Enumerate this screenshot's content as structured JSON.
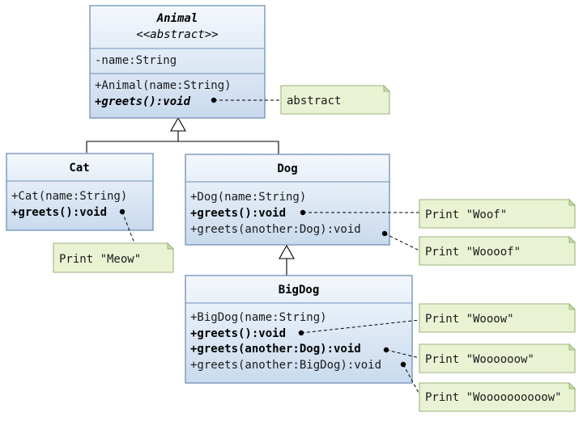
{
  "classes": {
    "animal": {
      "name": "Animal",
      "stereotype": "<<abstract>>",
      "attributes": [
        "-name:String"
      ],
      "operations": [
        {
          "text": "+Animal(name:String)",
          "style": "normal"
        },
        {
          "text": "+greets():void",
          "style": "bold-italic"
        }
      ]
    },
    "cat": {
      "name": "Cat",
      "operations": [
        {
          "text": "+Cat(name:String)",
          "style": "normal"
        },
        {
          "text": "+greets():void",
          "style": "bold"
        }
      ]
    },
    "dog": {
      "name": "Dog",
      "operations": [
        {
          "text": "+Dog(name:String)",
          "style": "normal"
        },
        {
          "text": "+greets():void",
          "style": "bold"
        },
        {
          "text": "+greets(another:Dog):void",
          "style": "normal"
        }
      ]
    },
    "bigdog": {
      "name": "BigDog",
      "operations": [
        {
          "text": "+BigDog(name:String)",
          "style": "normal"
        },
        {
          "text": "+greets():void",
          "style": "bold"
        },
        {
          "text": "+greets(another:Dog):void",
          "style": "bold"
        },
        {
          "text": "+greets(another:BigDog):void",
          "style": "normal"
        }
      ]
    }
  },
  "notes": {
    "abstract": "abstract",
    "meow": "Print \"Meow\"",
    "woof": "Print \"Woof\"",
    "wooof": "Print \"Woooof\"",
    "wooow": "Print \"Wooow\"",
    "woooooow": "Print \"Woooooow\"",
    "woooooooooow": "Print \"Woooooooooow\""
  },
  "colors": {
    "class_fill_top": "#f4f8fc",
    "class_fill_bottom": "#c9daee",
    "class_border": "#6f8fb8",
    "note_fill": "#e9f3d4",
    "note_border": "#9bb67a"
  }
}
